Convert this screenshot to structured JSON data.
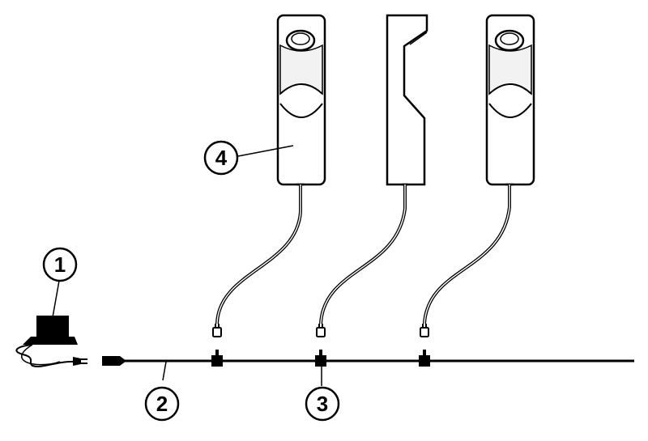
{
  "callouts": [
    {
      "id": "transformer",
      "label": "1"
    },
    {
      "id": "main-cable",
      "label": "2"
    },
    {
      "id": "connector",
      "label": "3"
    },
    {
      "id": "lamp",
      "label": "4"
    }
  ],
  "colors": {
    "line": "#000000",
    "background": "#ffffff",
    "fixture_shade": "#f2f2f2"
  }
}
